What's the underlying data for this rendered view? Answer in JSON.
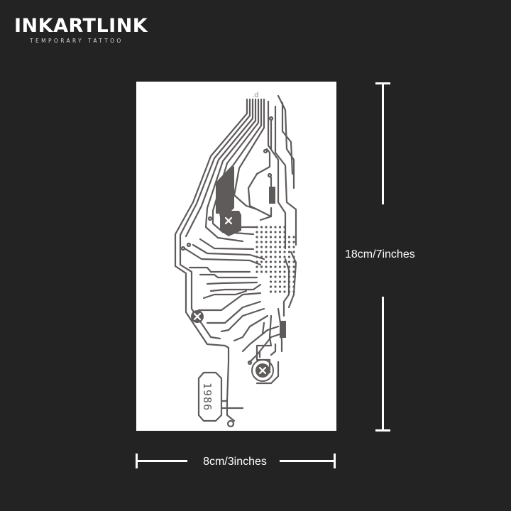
{
  "brand": {
    "name": "INKARTLINK",
    "tagline": "TEMPORARY   TATTOO"
  },
  "product": {
    "tattoo_code": "1986",
    "height_label": "18cm/7inches",
    "width_label": "8cm/3inches",
    "design": "circuit-board"
  },
  "colors": {
    "background": "#232323",
    "card": "#ffffff",
    "ink": "#5f5b5b",
    "text": "#ffffff"
  }
}
